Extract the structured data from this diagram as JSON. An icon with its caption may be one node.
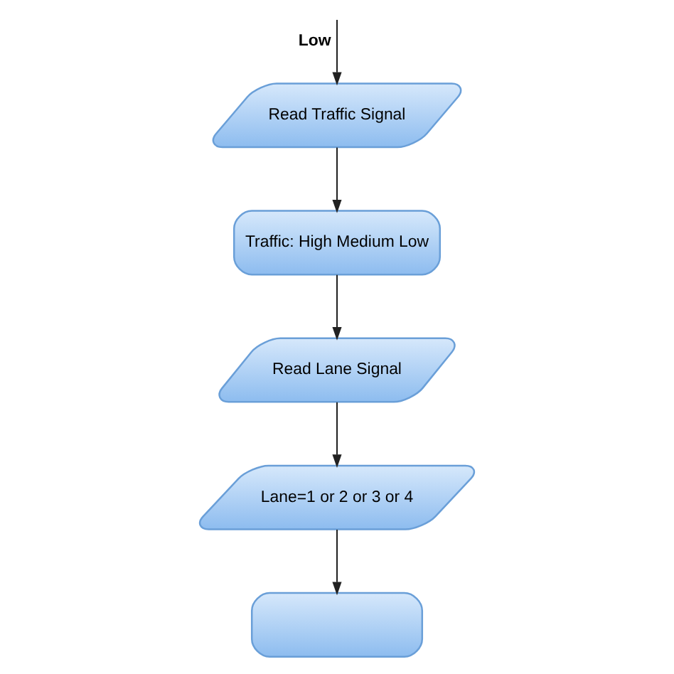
{
  "diagram": {
    "nodes": [
      {
        "text": [
          "Read Traffic Signal"
        ]
      },
      {
        "text": [
          "Traffic: High Medium Low"
        ]
      },
      {
        "text": [
          "Read Lane Signal"
        ]
      },
      {
        "text": [
          "Lane=1 or 2 or 3 or 4"
        ]
      },
      {
        "text": [],
        "shape": "box"
      }
    ],
    "edges": [
      {
        "from": null,
        "to": 0,
        "arrow": "to",
        "label": "Low"
      },
      {
        "from": 0,
        "to": 1,
        "arrow": "to"
      },
      {
        "from": 1,
        "to": 2,
        "arrow": "to"
      },
      {
        "from": 2,
        "to": 3,
        "arrow": "to"
      },
      {
        "from": 3,
        "to": 4,
        "arrow": "to"
      }
    ]
  }
}
